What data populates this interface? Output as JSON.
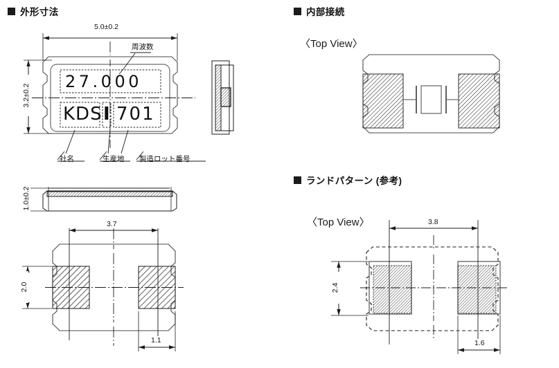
{
  "sections": {
    "outline": {
      "title": "外形寸法"
    },
    "internal": {
      "title": "内部接続"
    },
    "land": {
      "title": "ランドパターン (参考)"
    }
  },
  "view_labels": {
    "internal_top_view": "〈Top View〉",
    "land_top_view": "〈Top View〉"
  },
  "package_marking": {
    "frequency": "27.000",
    "company": "KDS",
    "site": "I",
    "lot": "701"
  },
  "callouts": {
    "frequency": "周波数",
    "company_name": "社名",
    "production_site": "生産地",
    "lot_number": "製造ロット番号"
  },
  "dimensions": {
    "outline_width": "5.0±0.2",
    "outline_height": "3.2±0.2",
    "side_thickness": "1.0±0.2",
    "pad_pitch": "3.7",
    "pad_height": "2.0",
    "pad_width": "1.1",
    "land_pitch": "3.8",
    "land_height": "2.4",
    "land_width": "1.6"
  },
  "colors": {
    "line": "#1b1b1b",
    "hatch": "#2b2b2b",
    "outline_gray": "#6d6d6d",
    "background": "#ffffff"
  }
}
